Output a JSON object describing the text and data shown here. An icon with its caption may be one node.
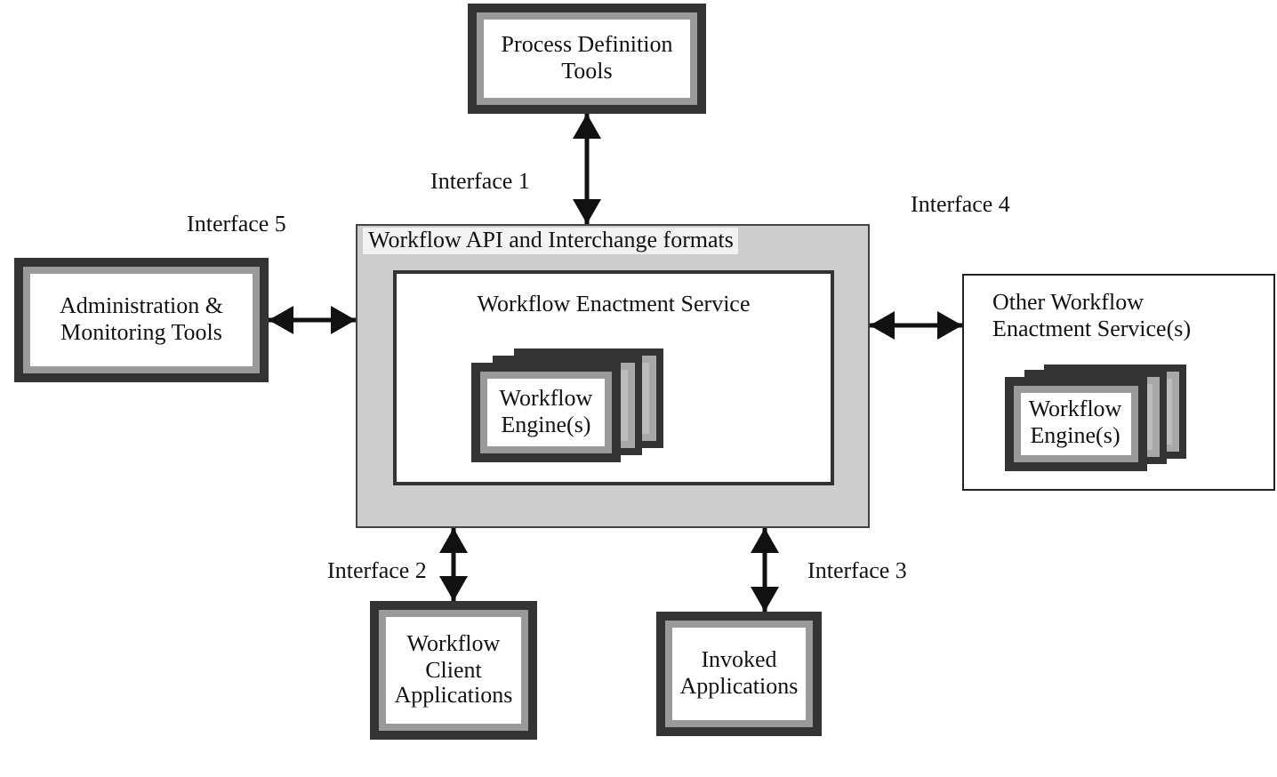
{
  "diagram": {
    "nodes": [
      {
        "text": [
          "Process Definition Tools"
        ]
      },
      {
        "text": [
          "Workflow API and Interchange formats"
        ]
      },
      {
        "text": [
          "Workflow Enactment Service"
        ],
        "in": 1
      },
      {
        "text": [
          "Workflow Engine(s)"
        ],
        "in": 2
      },
      {
        "text": [
          "Administration & Monitoring Tools"
        ]
      },
      {
        "text": [
          "Other Workflow Enactment Service(s)"
        ]
      },
      {
        "text": [
          "Workflow Engine(s)"
        ],
        "in": 5
      },
      {
        "text": [
          "Workflow Client Applications"
        ]
      },
      {
        "text": [
          "Invoked Applications"
        ]
      }
    ],
    "edges": [
      {
        "from": 1,
        "to": 0,
        "arrow": "both",
        "label": "Interface 1"
      },
      {
        "from": 4,
        "to": 1,
        "arrow": "both",
        "label": "Interface 5"
      },
      {
        "from": 1,
        "to": 5,
        "arrow": "both",
        "label": "Interface 4"
      },
      {
        "from": 1,
        "to": 7,
        "arrow": "both",
        "label": "Interface 2"
      },
      {
        "from": 1,
        "to": 8,
        "arrow": "both",
        "label": "Interface 3"
      }
    ]
  }
}
